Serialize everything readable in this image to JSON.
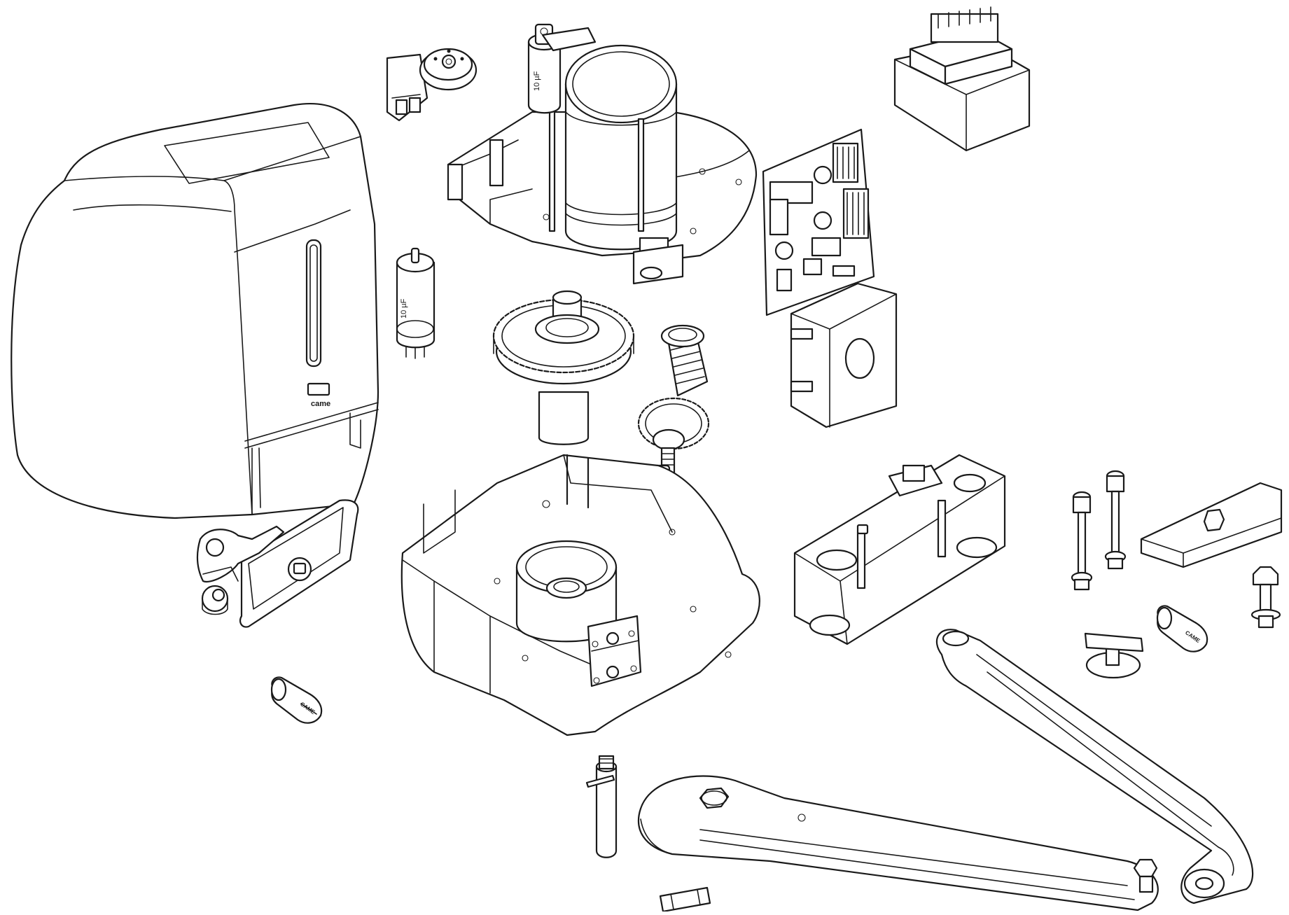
{
  "diagram": {
    "type": "exploded-parts-drawing",
    "brand_marks": {
      "cover": "came",
      "release_key_large": "CAME",
      "release_key_right": "CAME"
    },
    "capacitor_labels": {
      "motor_capacitor": "10 µF",
      "loose_capacitor": "10 µF"
    }
  }
}
